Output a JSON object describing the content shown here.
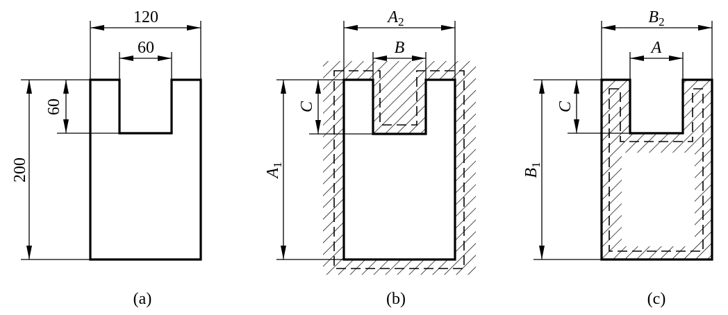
{
  "panels": [
    {
      "caption": "(a)",
      "width_total": "120",
      "slot_width": "60",
      "height_total": "200",
      "slot_depth": "60"
    },
    {
      "caption": "(b)",
      "width_total": {
        "letter": "A",
        "sub": "2"
      },
      "slot_width": "B",
      "height_total": {
        "letter": "A",
        "sub": "1"
      },
      "slot_depth": "C"
    },
    {
      "caption": "(c)",
      "width_total": {
        "letter": "B",
        "sub": "2"
      },
      "slot_width": "A",
      "height_total": {
        "letter": "B",
        "sub": "1"
      },
      "slot_depth": "C"
    }
  ],
  "colors": {
    "line": "#000000",
    "background": "#ffffff"
  }
}
